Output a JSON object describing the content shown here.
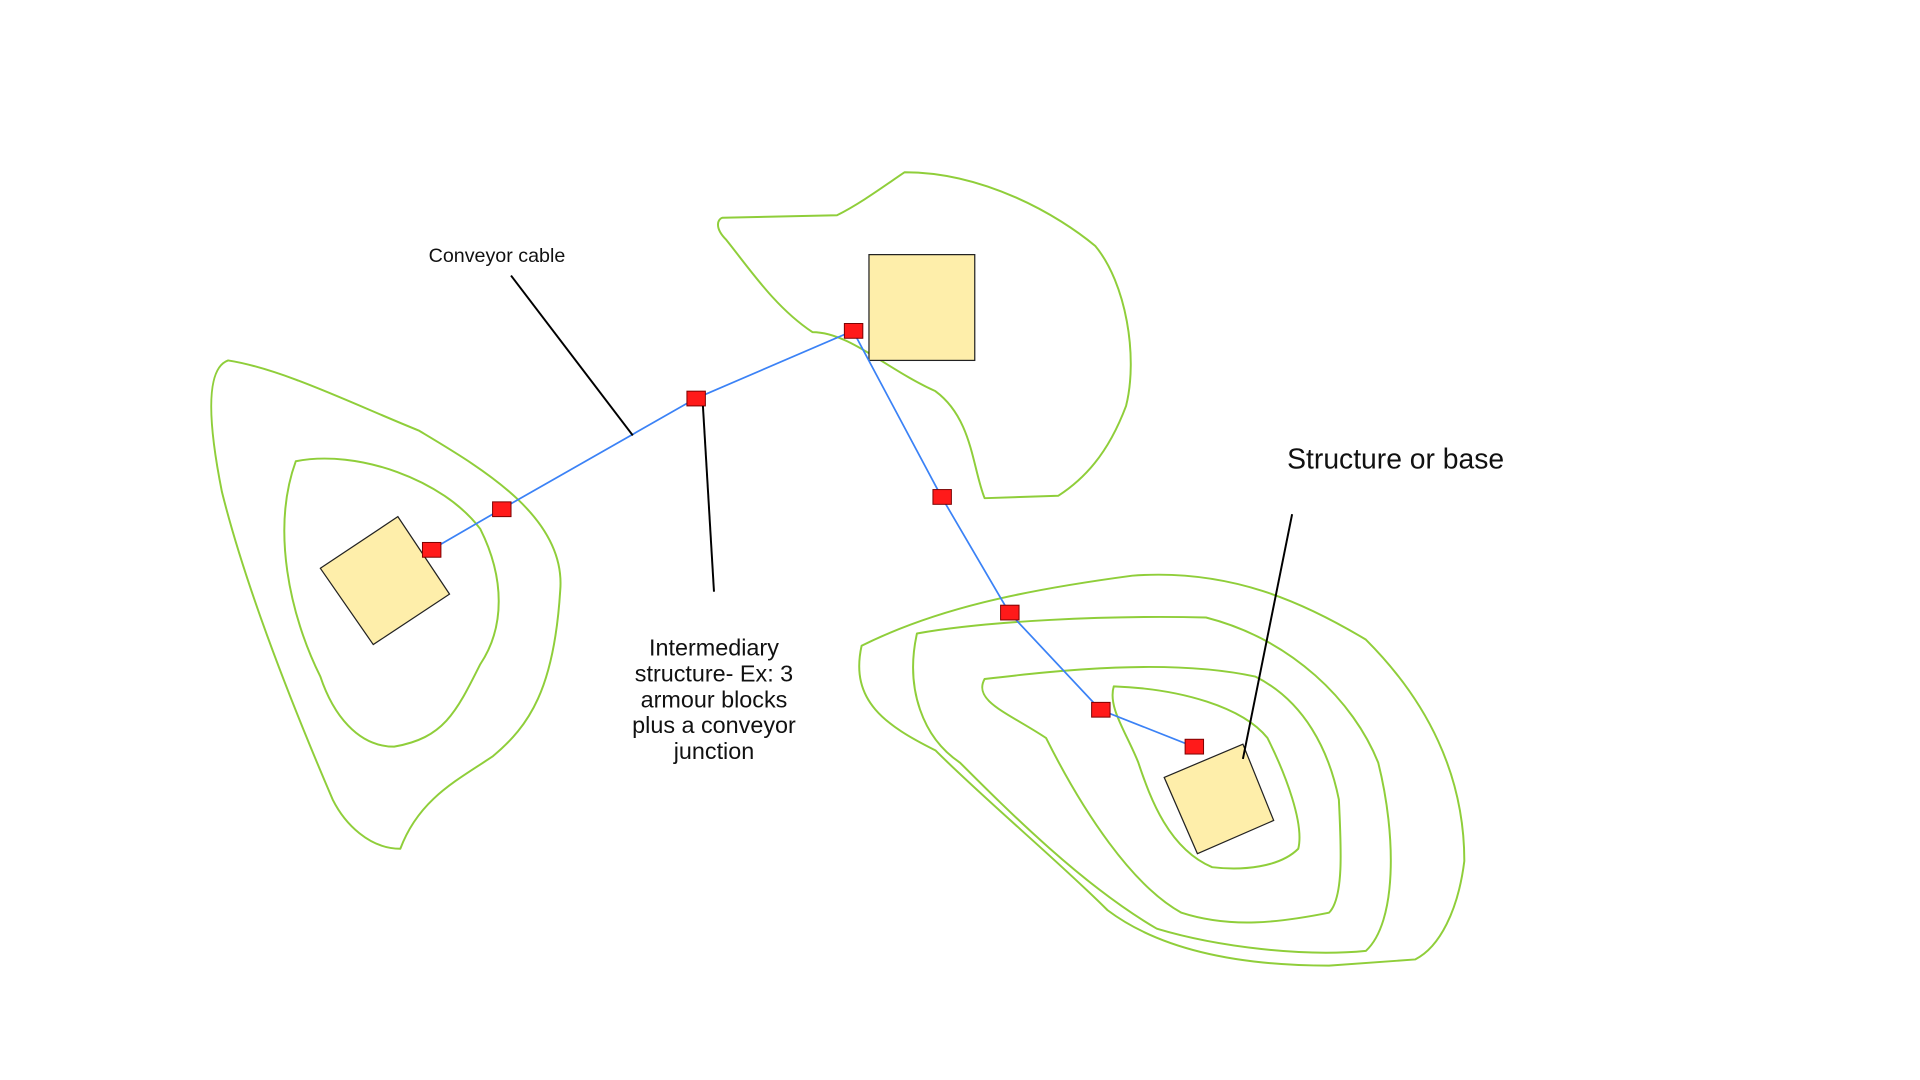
{
  "labels": {
    "conveyor_cable": "Conveyor cable",
    "intermediary": [
      "Intermediary",
      "structure- Ex: 3",
      "armour blocks",
      "plus a conveyor",
      "junction"
    ],
    "structure": "Structure or base"
  },
  "colors": {
    "contour": "#8fce3a",
    "cable": "#3b82f6",
    "node": "#ff1a1a",
    "structure": "#feeeaa"
  }
}
